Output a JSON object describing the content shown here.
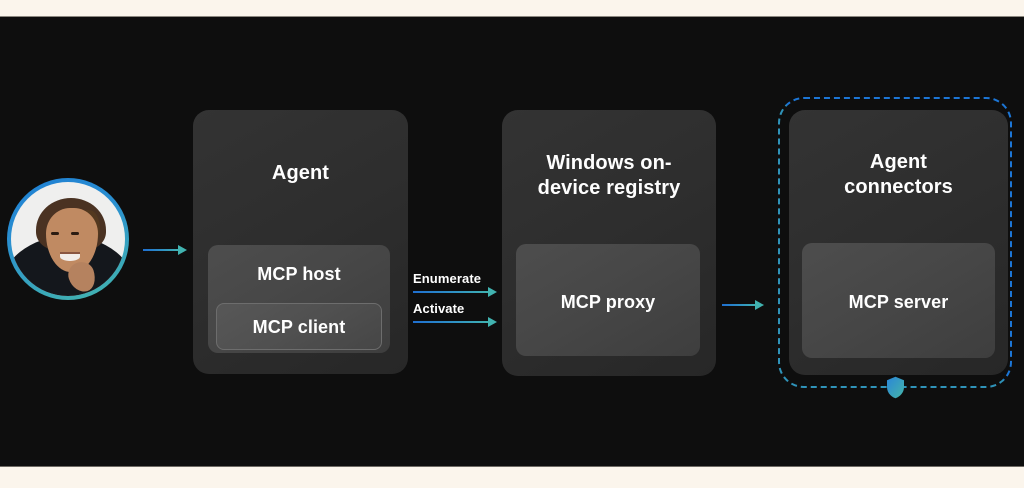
{
  "slide": {
    "background_color": "#0e0e0e",
    "band_color": "#fbf5ec",
    "accent_blue": "#1c76d6",
    "accent_teal": "#41b3b0"
  },
  "actor": {
    "name": "user-avatar",
    "description": "Smiling person portrait in circular gradient ring"
  },
  "nodes": [
    {
      "id": "agent",
      "title": "Agent",
      "inner": {
        "label": "MCP host"
      },
      "nested": {
        "label": "MCP client"
      }
    },
    {
      "id": "registry",
      "title": "Windows on-\ndevice registry",
      "title_line1": "Windows on-",
      "title_line2": "device registry",
      "inner": {
        "label": "MCP proxy"
      }
    },
    {
      "id": "connectors",
      "title_line1": "Agent",
      "title_line2": "connectors",
      "inner": {
        "label": "MCP server"
      },
      "boundary": {
        "name": "security-boundary",
        "style": "dashed",
        "badge": "shield-icon"
      }
    }
  ],
  "flows": [
    {
      "id": "user-to-agent",
      "label": ""
    },
    {
      "id": "enumerate",
      "label": "Enumerate"
    },
    {
      "id": "activate",
      "label": "Activate"
    },
    {
      "id": "proxy-to-connectors",
      "label": ""
    }
  ]
}
